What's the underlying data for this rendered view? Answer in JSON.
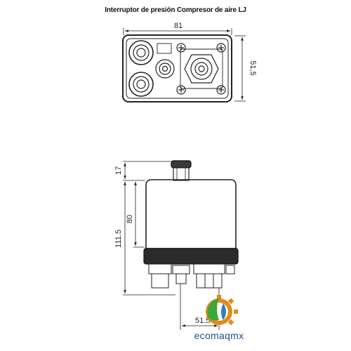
{
  "title": "Interruptor de presión Compresor de aire LJ",
  "dimensions": {
    "top_width": "81",
    "top_height": "51,5",
    "side_cap": "17",
    "side_body": "80",
    "side_total": "111.5",
    "side_bottom": "51.5"
  },
  "brand": {
    "name": "ecomaqmx",
    "colors": {
      "text": "#1f4f8a",
      "leaf": "#3aa935",
      "gear": "#e08a1e",
      "drop": "#2f7fc1"
    }
  }
}
